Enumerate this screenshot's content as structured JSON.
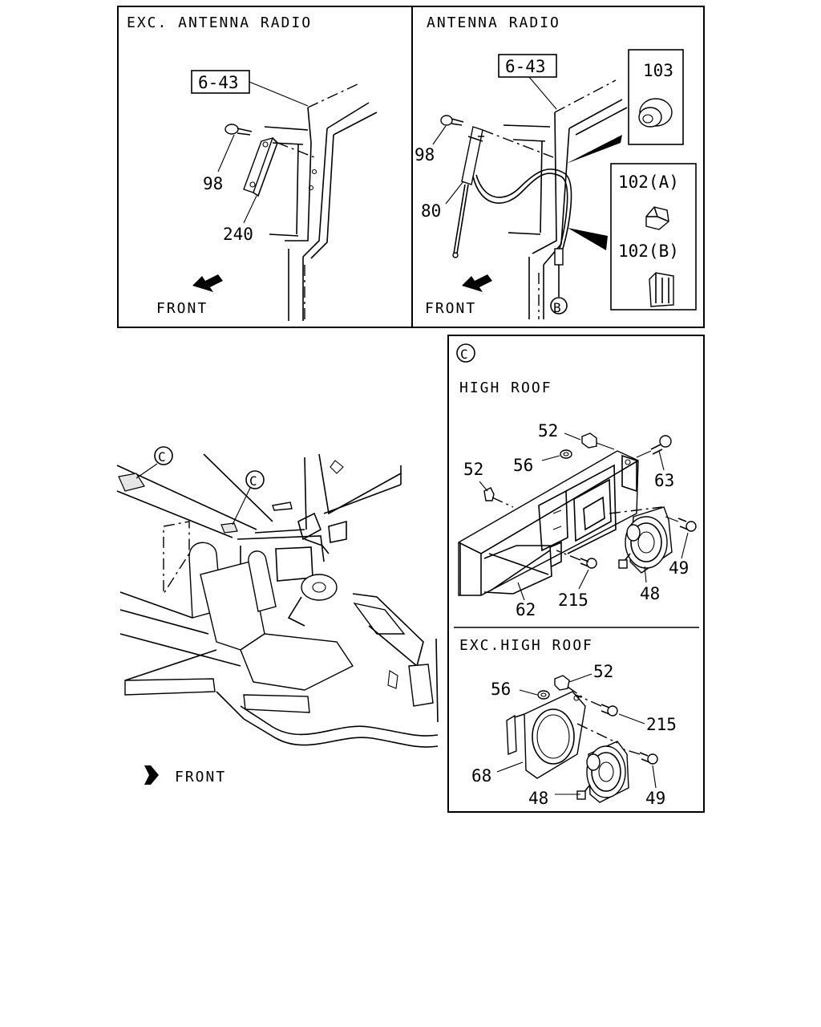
{
  "panels": {
    "exc_antenna": {
      "title": "EXC. ANTENNA RADIO",
      "ref": "6-43",
      "parts": [
        "98",
        "240"
      ],
      "front": "FRONT"
    },
    "antenna": {
      "title": "ANTENNA RADIO",
      "ref": "6-43",
      "parts": [
        "98",
        "80"
      ],
      "callout": "B",
      "front": "FRONT",
      "inset_103": "103",
      "inset_102a": "102(A)",
      "inset_102b": "102(B)"
    },
    "cab": {
      "callout_1": "C",
      "callout_2": "C",
      "front": "FRONT"
    },
    "detail_c": {
      "callout": "C",
      "high_roof": {
        "title": "HIGH ROOF",
        "parts": {
          "p52a": "52",
          "p56": "56",
          "p52b": "52",
          "p63": "63",
          "p49": "49",
          "p215": "215",
          "p48": "48",
          "p62": "62"
        }
      },
      "exc_high_roof": {
        "title": "EXC.HIGH ROOF",
        "parts": {
          "p56": "56",
          "p52": "52",
          "p215": "215",
          "p68": "68",
          "p48": "48",
          "p49": "49"
        }
      }
    }
  }
}
